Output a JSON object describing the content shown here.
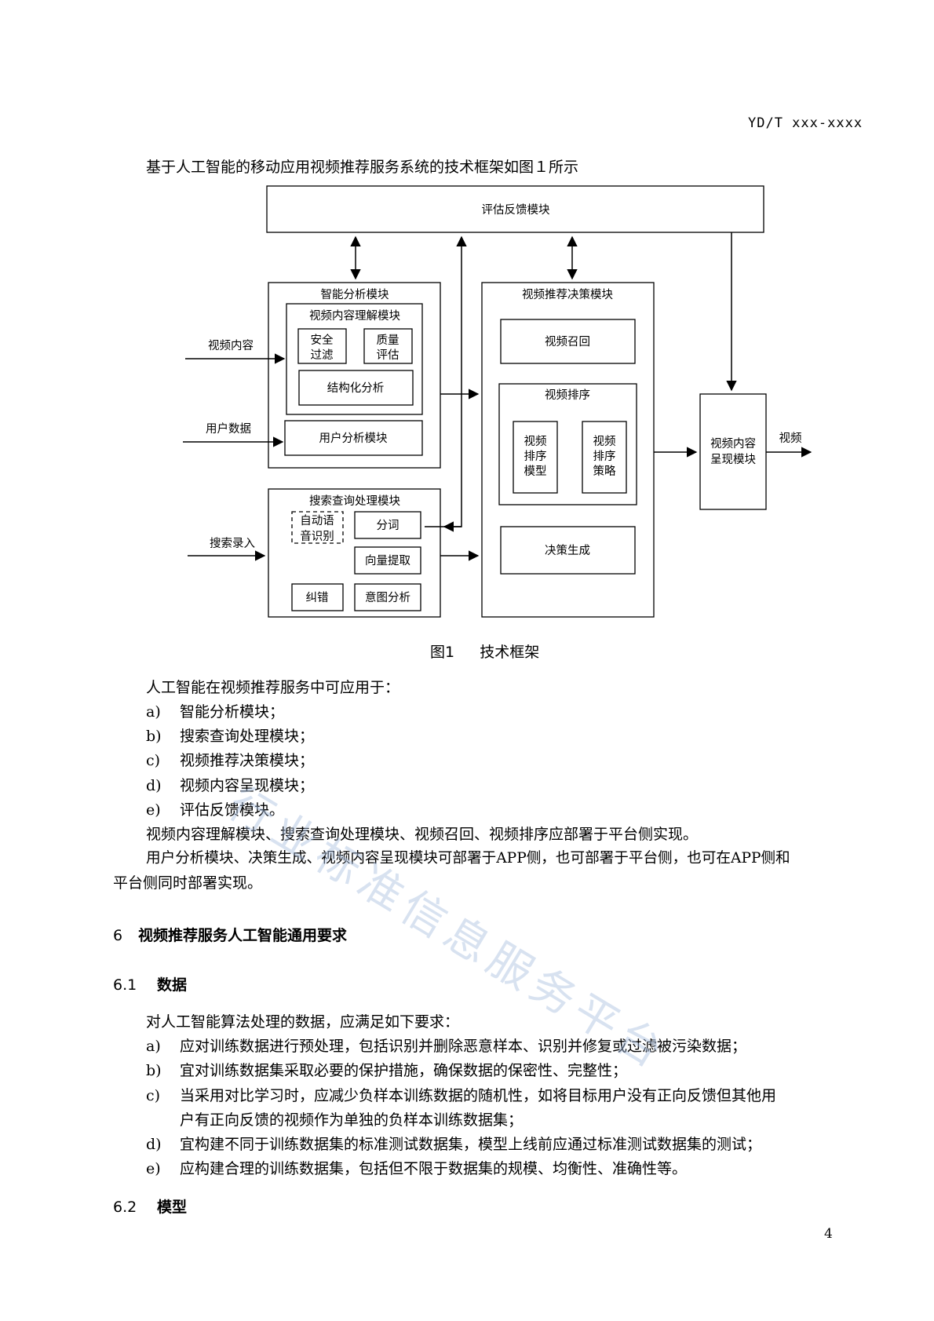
{
  "header": {
    "doc_code": "YD/T xxx-xxxx"
  },
  "intro": "基于人工智能的移动应用视频推荐服务系统的技术框架如图１所示",
  "diagram": {
    "eval_module": "评估反馈模块",
    "analysis": {
      "title": "智能分析模块",
      "content_understanding": "视频内容理解模块",
      "safety_line1": "安全",
      "safety_line2": "过滤",
      "quality_line1": "质量",
      "quality_line2": "评估",
      "structured": "结构化分析",
      "user_analysis": "用户分析模块"
    },
    "search": {
      "title": "搜索查询处理模块",
      "asr_line1": "自动语",
      "asr_line2": "音识别",
      "segment": "分词",
      "vector": "向量提取",
      "correct": "纠错",
      "intent": "意图分析"
    },
    "decision": {
      "title": "视频推荐决策模块",
      "recall": "视频召回",
      "ranking": "视频排序",
      "model_l1": "视频",
      "model_l2": "排序",
      "model_l3": "模型",
      "strategy_l1": "视频",
      "strategy_l2": "排序",
      "strategy_l3": "策略",
      "generate": "决策生成"
    },
    "present": {
      "line1": "视频内容",
      "line2": "呈现模块"
    },
    "inputs": {
      "video_content": "视频内容",
      "user_data": "用户数据",
      "search_input": "搜索录入"
    },
    "output": "视频"
  },
  "figure_caption": {
    "number": "图1",
    "title": "技术框架"
  },
  "section5_text": {
    "lead": "人工智能在视频推荐服务中可应用于：",
    "items": [
      {
        "marker": "a)",
        "text": "智能分析模块；"
      },
      {
        "marker": "b)",
        "text": "搜索查询处理模块；"
      },
      {
        "marker": "c)",
        "text": "视频推荐决策模块；"
      },
      {
        "marker": "d)",
        "text": "视频内容呈现模块；"
      },
      {
        "marker": "e)",
        "text": "评估反馈模块。"
      }
    ],
    "para1": "视频内容理解模块、搜索查询处理模块、视频召回、视频排序应部署于平台侧实现。",
    "para2_line1": "用户分析模块、决策生成、视频内容呈现模块可部署于APP侧，也可部署于平台侧，也可在APP侧和",
    "para2_line2": "平台侧同时部署实现。"
  },
  "section6": {
    "number": "6",
    "title": "视频推荐服务人工智能通用要求"
  },
  "section6_1": {
    "number": "6.1",
    "title": "数据",
    "lead": "对人工智能算法处理的数据，应满足如下要求：",
    "items": [
      {
        "marker": "a)",
        "text": "应对训练数据进行预处理，包括识别并删除恶意样本、识别并修复或过滤被污染数据；"
      },
      {
        "marker": "b)",
        "text": "宜对训练数据集采取必要的保护措施，确保数据的保密性、完整性；"
      },
      {
        "marker": "c)",
        "text": "当采用对比学习时，应减少负样本训练数据的随机性，如将目标用户没有正向反馈但其他用"
      },
      {
        "marker": "",
        "text": "户有正向反馈的视频作为单独的负样本训练数据集；"
      },
      {
        "marker": "d)",
        "text": "宜构建不同于训练数据集的标准测试数据集，模型上线前应通过标准测试数据集的测试；"
      },
      {
        "marker": "e)",
        "text": "应构建合理的训练数据集，包括但不限于数据集的规模、均衡性、准确性等。"
      }
    ]
  },
  "section6_2": {
    "number": "6.2",
    "title": "模型"
  },
  "page_number": "4",
  "watermark": "行业标准信息服务平台"
}
